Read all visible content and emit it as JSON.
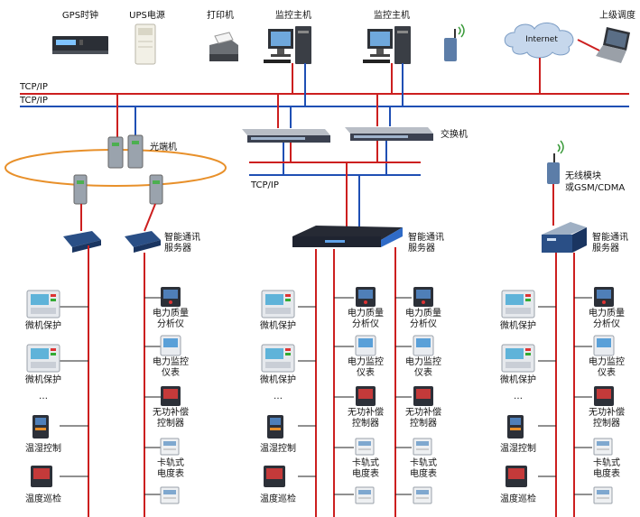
{
  "top": {
    "gps_clock": "GPS时钟",
    "ups": "UPS电源",
    "printer": "打印机",
    "monitor_host_1": "监控主机",
    "monitor_host_2": "监控主机",
    "internet": "Internet",
    "upper_dispatch": "上级调度"
  },
  "network": {
    "bus_label_1": "TCP/IP",
    "bus_label_2": "TCP/IP",
    "optical_terminal": "光端机",
    "switch": "交换机",
    "mid_bus_label": "TCP/IP",
    "wireless_module_1": "无线模块",
    "wireless_module_2": "或GSM/CDMA"
  },
  "servers": {
    "left_1": "智能通讯",
    "left_2": "服务器",
    "middle_1": "智能通讯",
    "middle_2": "服务器",
    "right_1": "智能通讯",
    "right_2": "服务器"
  },
  "devices": {
    "micro_protection": "微机保护",
    "ellipsis": "…",
    "temp_humidity_control": "温湿控制",
    "temp_patrol": "温度巡检",
    "power_quality_1": "电力质量",
    "power_quality_2": "分析仪",
    "power_monitor_1": "电力监控",
    "power_monitor_2": "仪表",
    "reactive_comp_1": "无功补偿",
    "reactive_comp_2": "控制器",
    "din_meter_1": "卡轨式",
    "din_meter_2": "电度表"
  },
  "colors": {
    "red_line": "#cc1f1f",
    "blue_line": "#1f4fb4",
    "ring": "#e8902a",
    "cloud": "#c6d7ec",
    "device_body": "#dfe3e8",
    "server_blue": "#2a4f86"
  }
}
